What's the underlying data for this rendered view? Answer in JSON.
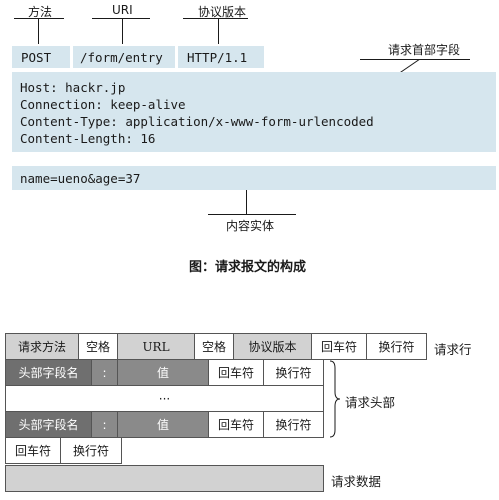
{
  "top": {
    "labels": {
      "method": "方法",
      "uri": "URI",
      "protocol": "协议版本",
      "header_fields": "请求首部字段",
      "body": "内容实体"
    },
    "request_line": {
      "method": "POST",
      "uri": "/form/entry",
      "version": "HTTP/1.1"
    },
    "headers": [
      "Host: hackr.jp",
      "Connection: keep-alive",
      "Content-Type: application/x-www-form-urlencoded",
      "Content-Length: 16"
    ],
    "body": "name=ueno&age=37",
    "caption": "图：请求报文的构成"
  },
  "bottom": {
    "request_line_cells": [
      "请求方法",
      "空格",
      "URL",
      "空格",
      "协议版本",
      "回车符",
      "换行符"
    ],
    "request_line_label": "请求行",
    "header_row_cells": [
      "头部字段名",
      ":",
      "值",
      "回车符",
      "换行符"
    ],
    "ellipsis": "···",
    "header_label": "请求头部",
    "crlf_cells": [
      "回车符",
      "换行符"
    ],
    "data_label": "请求数据"
  }
}
